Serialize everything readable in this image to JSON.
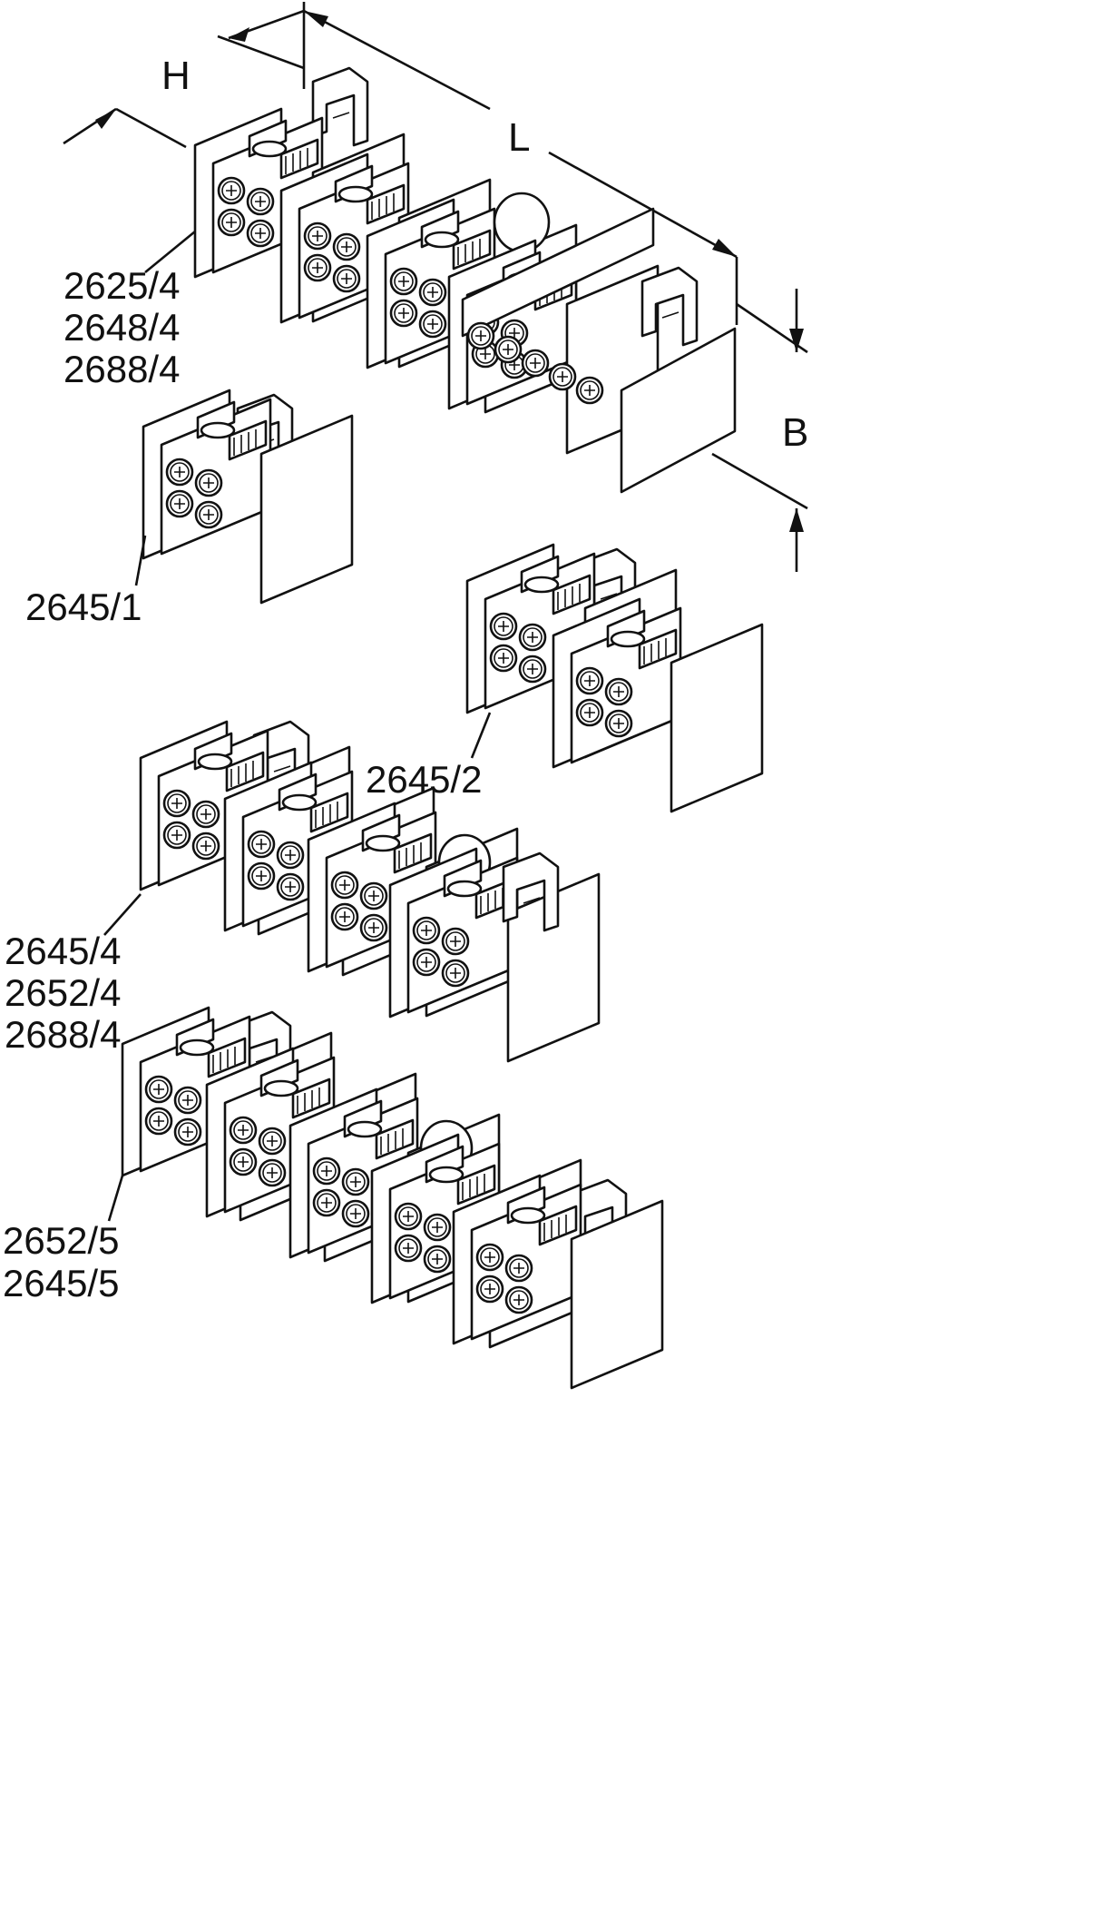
{
  "dimensions": {
    "height": "H",
    "length": "L",
    "width": "B"
  },
  "groups": [
    {
      "id": "top",
      "labels": [
        "2625/4",
        "2648/4",
        "2688/4"
      ]
    },
    {
      "id": "single",
      "labels": [
        "2645/1"
      ]
    },
    {
      "id": "double",
      "labels": [
        "2645/2"
      ]
    },
    {
      "id": "quad",
      "labels": [
        "2645/4",
        "2652/4",
        "2688/4"
      ]
    },
    {
      "id": "five",
      "labels": [
        "2652/5",
        "2645/5"
      ]
    }
  ],
  "colors": {
    "line": "#111111",
    "background": "#ffffff"
  }
}
